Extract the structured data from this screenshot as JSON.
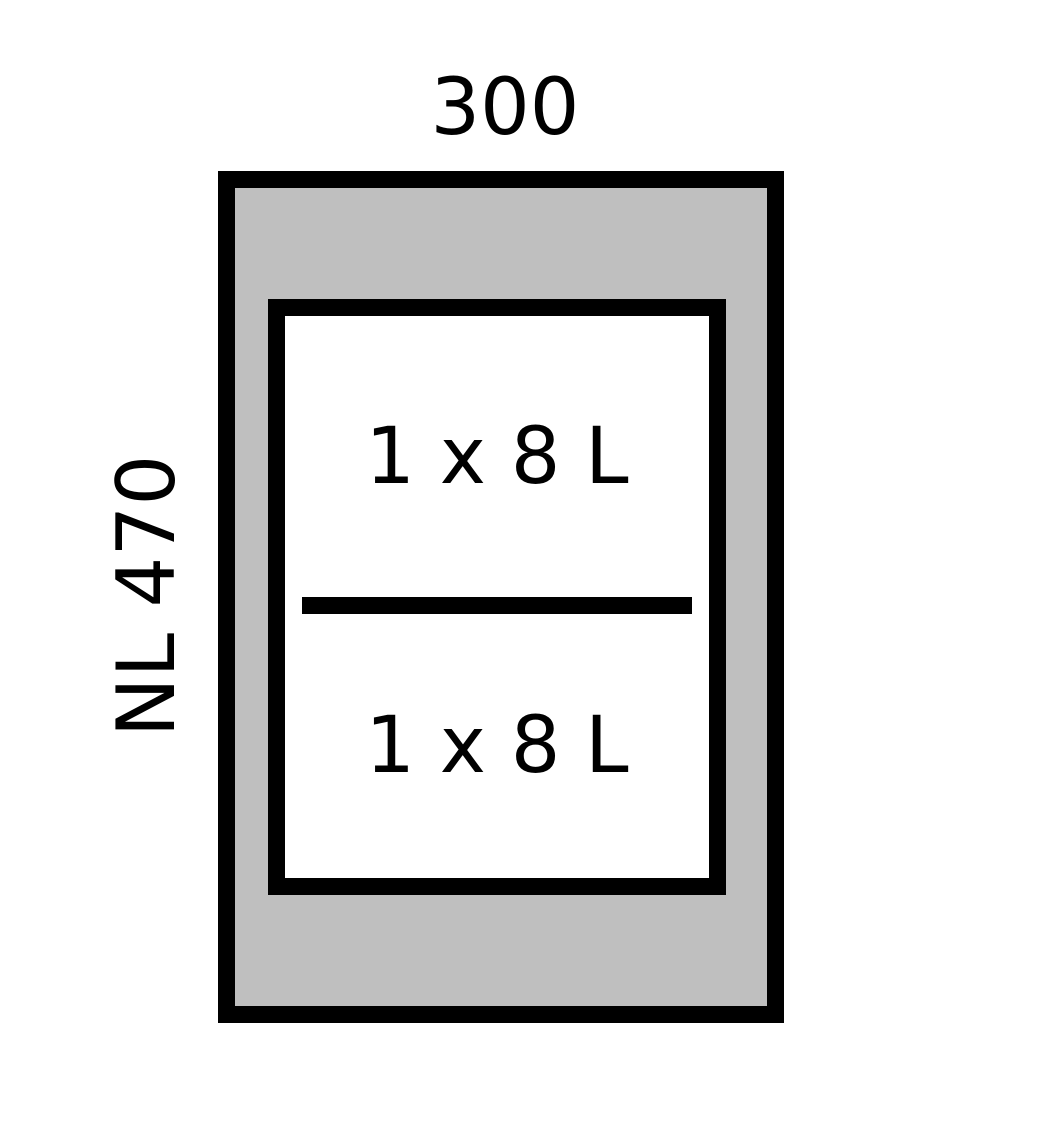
{
  "dimensions": {
    "width_label": "300",
    "height_label": "NL 470"
  },
  "compartments": [
    {
      "label": "1 x 8 L"
    },
    {
      "label": "1 x 8 L"
    }
  ],
  "colors": {
    "frame_border": "#000000",
    "outer_fill": "#bfbfbf",
    "inner_fill": "#ffffff",
    "text": "#000000"
  }
}
